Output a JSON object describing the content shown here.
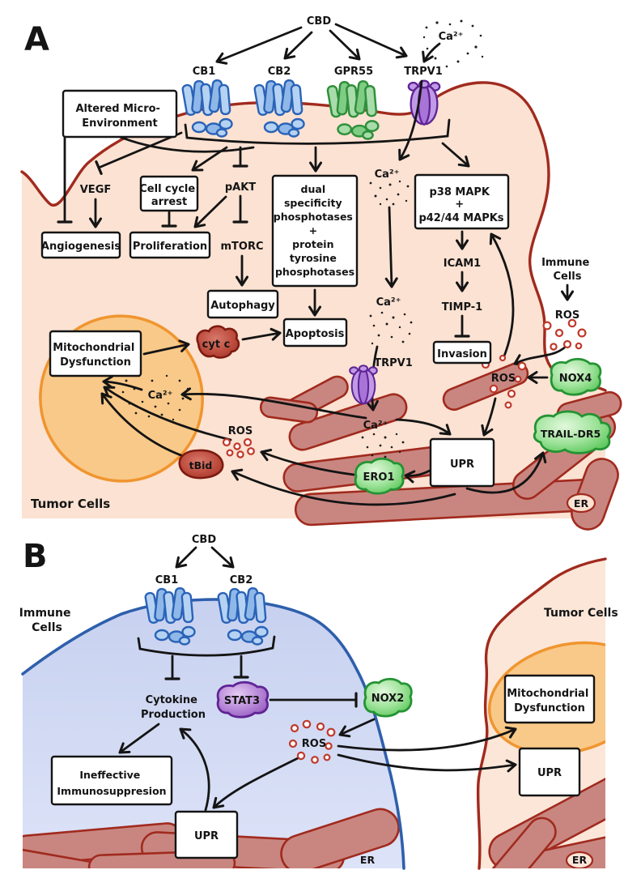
{
  "colors": {
    "membrane_red": "#a12a1e",
    "tumor_cell_fill": "#fbe2d2",
    "immune_membrane_blue": "#2e5fac",
    "immune_cell_fill": "#ced7f3",
    "mitochondria_fill": "#f9c989",
    "mitochondria_stroke": "#f0952f",
    "er_fill": "#c98680",
    "green_protein": "#57c556",
    "purple_protein": "#a66bc9",
    "red_protein": "#bb4a3c",
    "receptor_blue": "#b5d2f2",
    "receptor_green": "#a8dcab",
    "receptor_purple": "#c09ae6",
    "ros_red": "#c0392b"
  },
  "panelA": {
    "label": "A",
    "cbd": "CBD",
    "ca": "Ca²⁺",
    "receptors": {
      "cb1": "CB1",
      "cb2": "CB2",
      "gpr55": "GPR55",
      "trpv1": "TRPV1"
    },
    "ame": [
      "Altered Micro-",
      "Environment"
    ],
    "vegf": "VEGF",
    "angiogenesis": "Angiogenesis",
    "cca": [
      "Cell cycle",
      "arrest"
    ],
    "proliferation": "Proliferation",
    "pakt": "pAKT",
    "mtorc": "mTORC",
    "autophagy": "Autophagy",
    "dualspec": [
      "dual",
      "specificity",
      "phosphotases",
      "+",
      "protein",
      "tyrosine",
      "phosphotases"
    ],
    "apoptosis": "Apoptosis",
    "cytc": "cyt c",
    "mitodys": [
      "Mitochondrial",
      "Dysfunction"
    ],
    "ros": "ROS",
    "tbid": "tBid",
    "trpv1er": "TRPV1",
    "p38": [
      "p38 MAPK",
      "+",
      "p42/44 MAPKs"
    ],
    "icam1": "ICAM1",
    "timp1": "TIMP-1",
    "invasion": "Invasion",
    "immunecells": [
      "Immune",
      "Cells"
    ],
    "nox4": "NOX4",
    "traildr5": "TRAIL-DR5",
    "upr": "UPR",
    "ero1": "ERO1",
    "er": "ER",
    "tumorcells": "Tumor Cells"
  },
  "panelB": {
    "label": "B",
    "cbd": "CBD",
    "cb1": "CB1",
    "cb2": "CB2",
    "immunecells": [
      "Immune",
      "Cells"
    ],
    "cytokine": [
      "Cytokine",
      "Production"
    ],
    "stat3": "STAT3",
    "nox2": "NOX2",
    "ros": "ROS",
    "ineffective": [
      "Ineffective",
      "Immunosuppresion"
    ],
    "upr": "UPR",
    "er": "ER",
    "tumorcells": "Tumor Cells",
    "mitodys": [
      "Mitochondrial",
      "Dysfunction"
    ]
  }
}
